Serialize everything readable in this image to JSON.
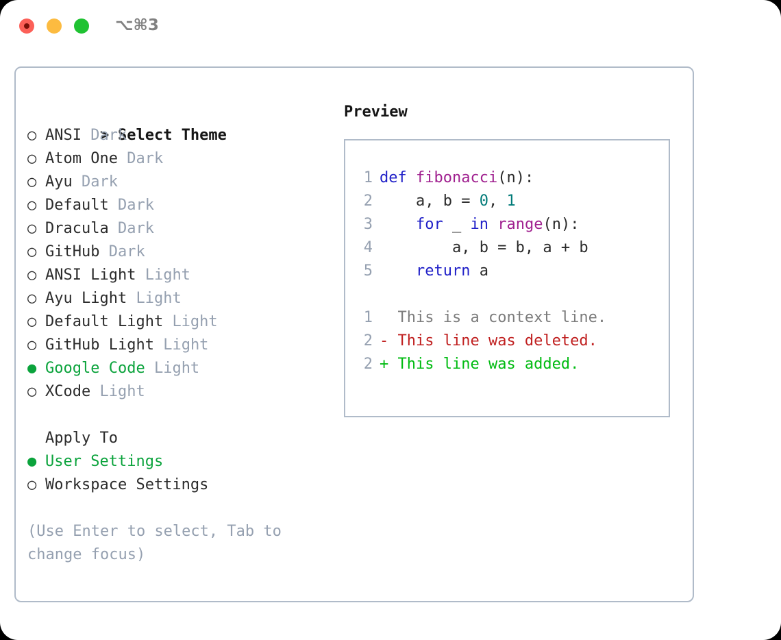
{
  "titlebar": {
    "shortcut": "⌥⌘3",
    "buttons": [
      "close",
      "minimize",
      "maximize"
    ]
  },
  "theme_list": {
    "header_prefix": ">",
    "header_label": "Select Theme",
    "items": [
      {
        "bullet": "○",
        "label": "ANSI",
        "tag": "Dark",
        "selected": false
      },
      {
        "bullet": "○",
        "label": "Atom One",
        "tag": "Dark",
        "selected": false
      },
      {
        "bullet": "○",
        "label": "Ayu",
        "tag": "Dark",
        "selected": false
      },
      {
        "bullet": "○",
        "label": "Default",
        "tag": "Dark",
        "selected": false
      },
      {
        "bullet": "○",
        "label": "Dracula",
        "tag": "Dark",
        "selected": false
      },
      {
        "bullet": "○",
        "label": "GitHub",
        "tag": "Dark",
        "selected": false
      },
      {
        "bullet": "○",
        "label": "ANSI Light",
        "tag": "Light",
        "selected": false
      },
      {
        "bullet": "○",
        "label": "Ayu Light",
        "tag": "Light",
        "selected": false
      },
      {
        "bullet": "○",
        "label": "Default Light",
        "tag": "Light",
        "selected": false
      },
      {
        "bullet": "○",
        "label": "GitHub Light",
        "tag": "Light",
        "selected": false
      },
      {
        "bullet": "●",
        "label": "Google Code",
        "tag": "Light",
        "selected": true
      },
      {
        "bullet": "○",
        "label": "XCode",
        "tag": "Light",
        "selected": false
      }
    ]
  },
  "apply_to": {
    "title": "Apply To",
    "items": [
      {
        "bullet": "●",
        "label": "User Settings",
        "selected": true
      },
      {
        "bullet": "○",
        "label": "Workspace Settings",
        "selected": false
      }
    ]
  },
  "hint": "(Use Enter to select, Tab to change focus)",
  "preview": {
    "title": "Preview",
    "code_lines": [
      {
        "num": "1",
        "tokens": [
          {
            "t": "def",
            "c": "kw"
          },
          {
            "t": " ",
            "c": "pl"
          },
          {
            "t": "fibonacci",
            "c": "fn"
          },
          {
            "t": "(n):",
            "c": "pl"
          }
        ]
      },
      {
        "num": "2",
        "tokens": [
          {
            "t": "    a, b = ",
            "c": "pl"
          },
          {
            "t": "0",
            "c": "num"
          },
          {
            "t": ", ",
            "c": "pl"
          },
          {
            "t": "1",
            "c": "num"
          }
        ]
      },
      {
        "num": "3",
        "tokens": [
          {
            "t": "    ",
            "c": "pl"
          },
          {
            "t": "for",
            "c": "kw"
          },
          {
            "t": " _ ",
            "c": "pl"
          },
          {
            "t": "in",
            "c": "kw"
          },
          {
            "t": " ",
            "c": "pl"
          },
          {
            "t": "range",
            "c": "fn"
          },
          {
            "t": "(n):",
            "c": "pl"
          }
        ]
      },
      {
        "num": "4",
        "tokens": [
          {
            "t": "        a, b = b, a + b",
            "c": "pl"
          }
        ]
      },
      {
        "num": "5",
        "tokens": [
          {
            "t": "    ",
            "c": "pl"
          },
          {
            "t": "return",
            "c": "kw"
          },
          {
            "t": " a",
            "c": "pl"
          }
        ]
      }
    ],
    "diff_lines": [
      {
        "num": "1",
        "marker": "  ",
        "text": "This is a context line.",
        "kind": "ctx"
      },
      {
        "num": "2",
        "marker": "- ",
        "text": "This line was deleted.",
        "kind": "del"
      },
      {
        "num": "2",
        "marker": "+ ",
        "text": "This line was added.",
        "kind": "add"
      }
    ]
  },
  "colors": {
    "accent_green": "#0ba33c",
    "tag_gray": "#95a0b0",
    "border": "#b0bbc9",
    "keyword": "#2020c8",
    "function": "#a0208f",
    "number": "#007a78",
    "diff_added": "#00bb11",
    "diff_deleted": "#c02020",
    "diff_context": "#7c7c7c",
    "traffic_close": "#fc6058",
    "traffic_min": "#fcbb40",
    "traffic_max": "#1fc232"
  }
}
